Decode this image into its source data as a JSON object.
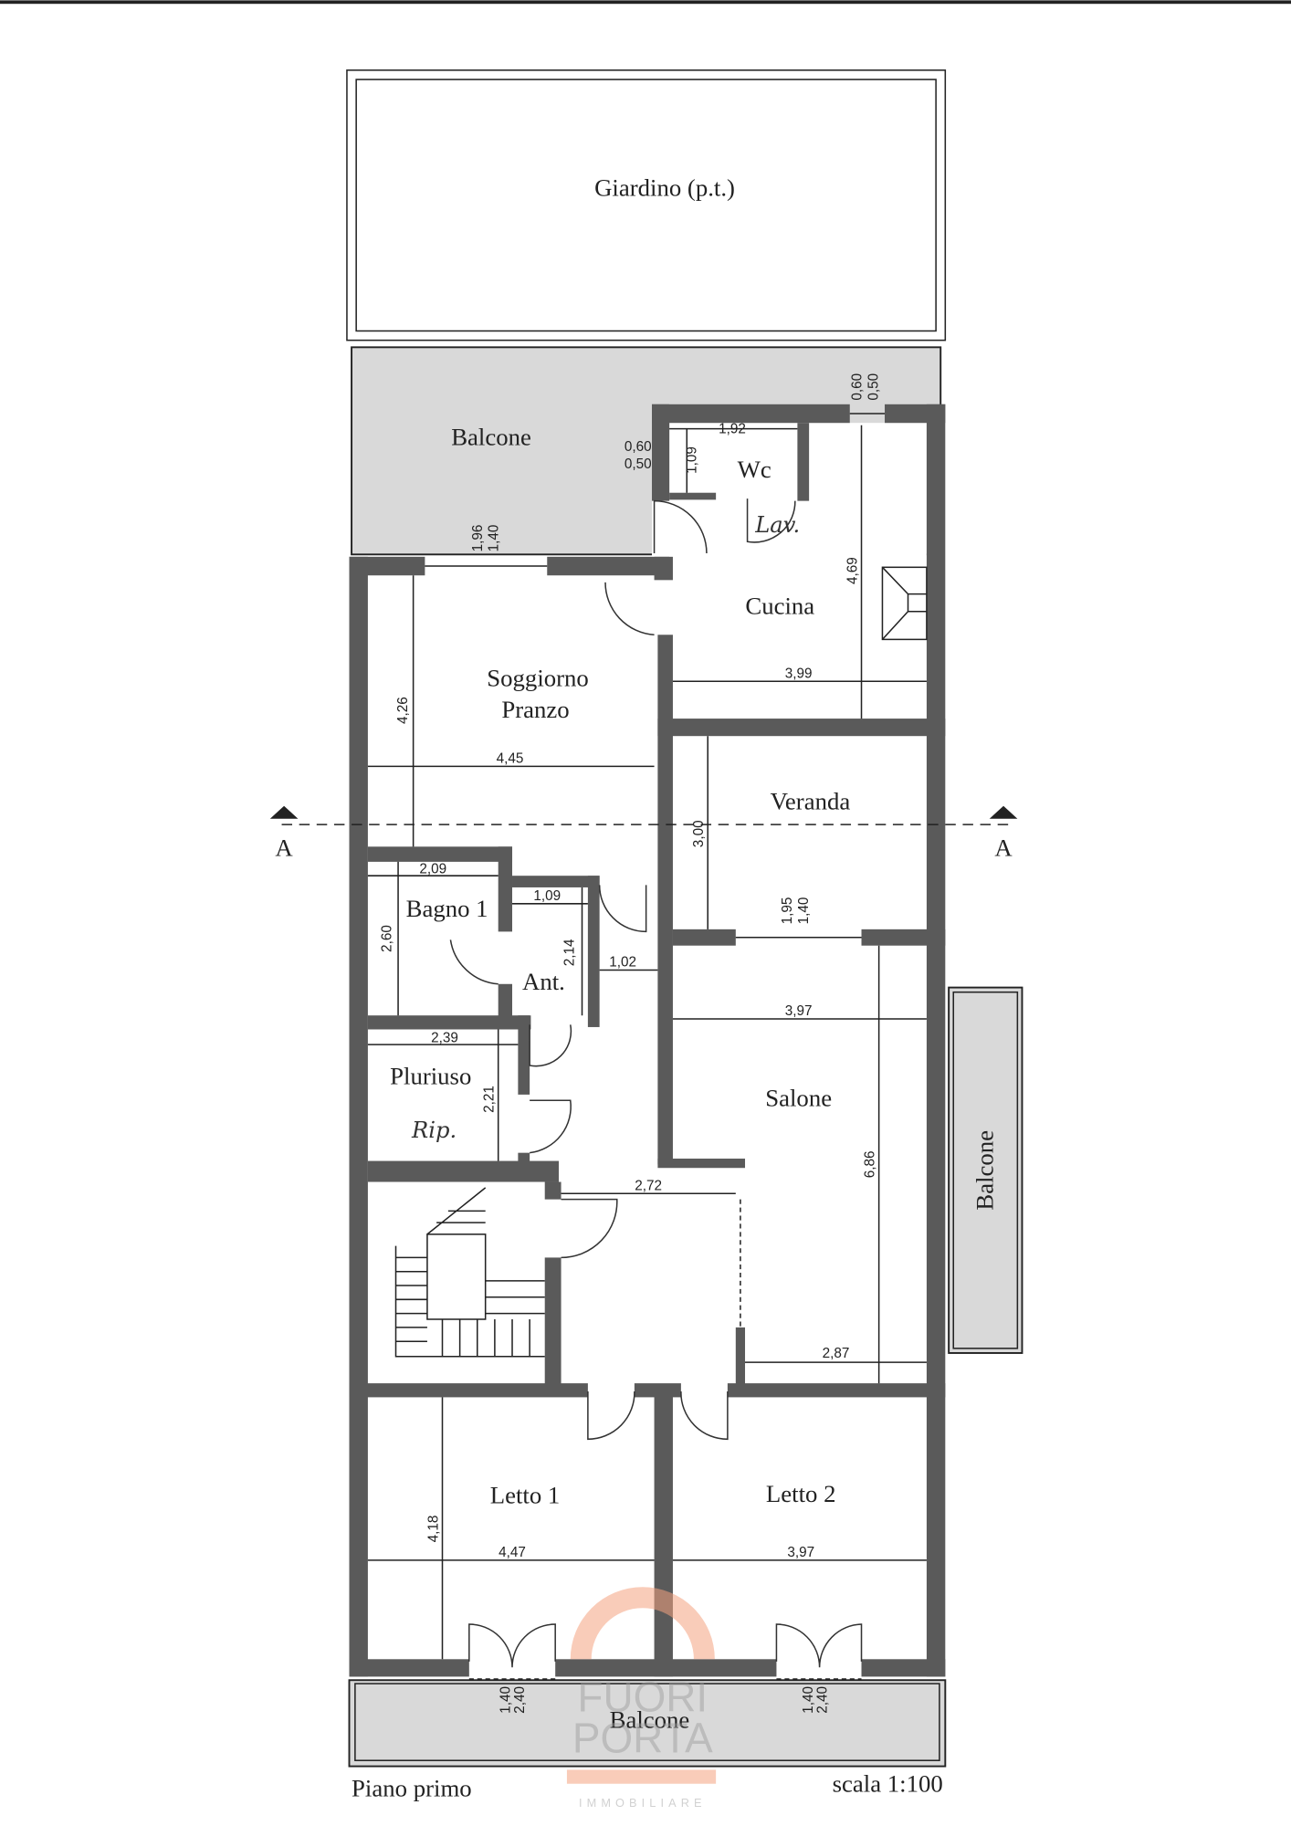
{
  "plan": {
    "rooms": {
      "giardino": "Giardino (p.t.)",
      "balcone_top": "Balcone",
      "wc": "Wc",
      "cucina": "Cucina",
      "soggiorno_1": "Soggiorno",
      "soggiorno_2": "Pranzo",
      "veranda": "Veranda",
      "bagno": "Bagno 1",
      "ant": "Ant.",
      "pluriuso": "Pluriuso",
      "salone": "Salone",
      "balcone_right": "Balcone",
      "letto1": "Letto 1",
      "letto2": "Letto 2",
      "balcone_bottom": "Balcone"
    },
    "handwritten": {
      "lav": "Lav.",
      "rip": "Rip."
    },
    "dimensions": {
      "wc_w": "1,92",
      "wc_h": "1,09",
      "wc_win_a": "0,60",
      "wc_win_b": "0,50",
      "cuc_win_a": "0,60",
      "cuc_win_b": "0,50",
      "bal_win_a": "1,96",
      "bal_win_b": "1,40",
      "cucina_h": "4,69",
      "cucina_w": "3,99",
      "sogg_h": "4,26",
      "sogg_w": "4,45",
      "veranda_h": "3,00",
      "ver_win_a": "1,95",
      "ver_win_b": "1,40",
      "bagno_w": "2,09",
      "bagno_h": "2,60",
      "ant_w": "1,09",
      "ant_h": "2,14",
      "corr_w": "1,02",
      "plur_w": "2,39",
      "plur_h": "2,21",
      "hall_w": "2,72",
      "salone_w": "3,97",
      "salone_h": "6,86",
      "salone_w2": "2,87",
      "letto1_w": "4,47",
      "letto1_h": "4,18",
      "letto2_w": "3,97",
      "l1_win_a": "1,40",
      "l1_win_b": "2,40",
      "l2_win_a": "1,40",
      "l2_win_b": "2,40"
    },
    "section_marker": "A",
    "footer_left": "Piano primo",
    "footer_right": "scala 1:100",
    "watermark": {
      "line1": "FUORI",
      "line2": "PORTA",
      "line3": "IMMOBILIARE"
    },
    "colors": {
      "wall": "#5a5a5a",
      "balcony": "#d9d9d9",
      "logo": "#f4a37f"
    }
  }
}
